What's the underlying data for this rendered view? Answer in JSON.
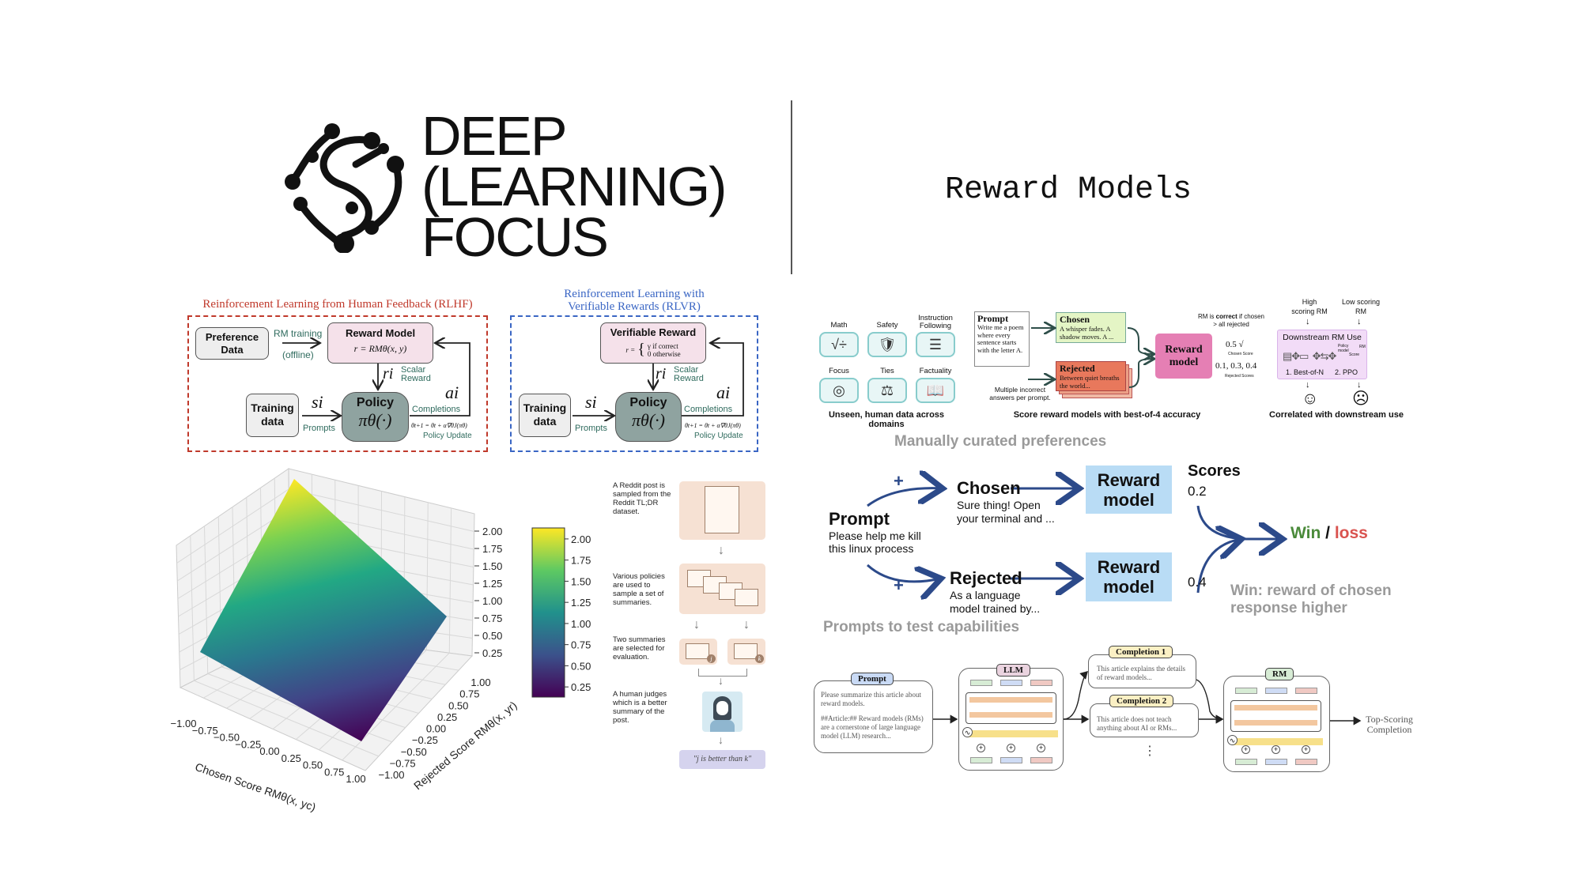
{
  "logo": {
    "lines": [
      "DEEP",
      "(LEARNING)",
      "FOCUS"
    ]
  },
  "header": {
    "title": "Reward Models"
  },
  "rlhf": {
    "title": "Reinforcement Learning from Human Feedback (RLHF)",
    "preference_data": "Preference Data",
    "rm_training": "RM training",
    "offline": "(offline)",
    "reward_model": "Reward Model",
    "reward_formula": "r = RMθ(x, y)",
    "r_i": "ri",
    "scalar_reward": "Scalar Reward",
    "training_data": "Training data",
    "s_i": "si",
    "prompts": "Prompts",
    "policy": "Policy",
    "policy_formula": "πθ(·)",
    "a_i": "ai",
    "completions": "Completions",
    "update_formula": "θt+1 = θt + α∇θJ(πθ)",
    "policy_update": "Policy Update"
  },
  "rlvr": {
    "title_line1": "Reinforcement Learning with",
    "title_line2": "Verifiable Rewards (RLVR)",
    "verifiable_reward": "Verifiable Reward",
    "formula_r": "r =",
    "case1": "γ   if correct",
    "case2": "0   otherwise",
    "r_i": "ri",
    "scalar_reward": "Scalar Reward",
    "training_data": "Training data",
    "s_i": "si",
    "prompts": "Prompts",
    "policy": "Policy",
    "policy_formula": "πθ(·)",
    "a_i": "ai",
    "completions": "Completions",
    "update_formula": "θt+1 = θt + α∇θJ(πθ)",
    "policy_update": "Policy Update"
  },
  "chart_data": {
    "type": "surface",
    "xlabel": "Chosen Score RMθ(x, yc)",
    "ylabel": "Rejected Score RMθ(x, yr)",
    "x_ticks": [
      "−1.00",
      "−0.75",
      "−0.50",
      "−0.25",
      "0.00",
      "0.25",
      "0.50",
      "0.75",
      "1.00"
    ],
    "y_ticks": [
      "−1.00",
      "−0.75",
      "−0.50",
      "−0.25",
      "0.00",
      "0.25",
      "0.50",
      "0.75",
      "1.00"
    ],
    "z_ticks": [
      "0.25",
      "0.50",
      "0.75",
      "1.00",
      "1.25",
      "1.50",
      "1.75",
      "2.00"
    ],
    "colorbar_ticks": [
      "0.25",
      "0.50",
      "0.75",
      "1.00",
      "1.25",
      "1.50",
      "1.75",
      "2.00"
    ],
    "xlim": [
      -1,
      1
    ],
    "ylim": [
      -1,
      1
    ],
    "zlim": [
      0.13,
      2.13
    ],
    "corner_values": [
      {
        "x": -1,
        "y": 1,
        "z": 2.13
      },
      {
        "x": -1,
        "y": -1,
        "z": 0.69
      },
      {
        "x": 1,
        "y": 1,
        "z": 0.69
      },
      {
        "x": 1,
        "y": -1,
        "z": 0.13
      }
    ],
    "colormap": "viridis",
    "grid": true,
    "colorbar": "right"
  },
  "reddit": {
    "step1": "A Reddit post is sampled from the Reddit TL;DR dataset.",
    "step2": "Various policies are used to sample a set of summaries.",
    "step3": "Two summaries are selected for evaluation.",
    "step4": "A human judges which is a better summary of the post.",
    "badge_j": "j",
    "badge_k": "k",
    "quote": "\"j is better than k\""
  },
  "bench": {
    "domains": [
      {
        "label": "Math",
        "icon": "math-icon",
        "glyph": "√÷"
      },
      {
        "label": "Safety",
        "icon": "shield-icon",
        "glyph": "🛡"
      },
      {
        "label": "Instruction Following",
        "icon": "document-hand-icon",
        "glyph": "☰"
      },
      {
        "label": "Focus",
        "icon": "target-icon",
        "glyph": "◎"
      },
      {
        "label": "Ties",
        "icon": "scales-icon",
        "glyph": "⚖"
      },
      {
        "label": "Factuality",
        "icon": "book-check-icon",
        "glyph": "📖"
      }
    ],
    "domains_caption": "Unseen, human data across  domains",
    "prompt_title": "Prompt",
    "prompt_text": "Write me a poem where every sentence starts with the letter A.",
    "chosen_title": "Chosen",
    "chosen_text": "A whisper fades. A shadow moves. A ...",
    "rejected_title": "Rejected",
    "rejected_text": "Between quiet breaths the world...",
    "multiple_incorrect": "Multiple incorrect answers per prompt.",
    "reward_model": "Reward model",
    "rm_correct_pre": "RM is ",
    "rm_correct_bold": "correct",
    "rm_correct_post": " if chosen > all rejected",
    "chosen_score": "0.5 √",
    "chosen_score_label": "Chosen Score",
    "rejected_scores": "0.1, 0.3, 0.4",
    "rejected_scores_label": "Rejected Scores",
    "score_caption": "Score reward models with best-of-4 accuracy",
    "high_rm": "High scoring RM",
    "low_rm": "Low scoring RM",
    "downstream_title": "Downstream RM Use",
    "policy_model": "Policy model",
    "score": "Score",
    "rm": "RM",
    "best_of_n": "1. Best-of-N",
    "ppo": "2. PPO",
    "correlated_caption": "Correlated with downstream use"
  },
  "pref": {
    "manually_curated": "Manually curated preferences",
    "prompt_title": "Prompt",
    "prompt_text_1": "Please help me kill",
    "prompt_text_2": "this linux process",
    "plus": "+",
    "chosen_title": "Chosen",
    "chosen_text_1": "Sure thing! Open",
    "chosen_text_2": "your terminal and ...",
    "rejected_title": "Rejected",
    "rejected_text_1": "As a language",
    "rejected_text_2": "model trained by...",
    "reward_model": "Reward model",
    "scores": "Scores",
    "score_chosen": "0.2",
    "score_rejected": "0.4",
    "win": "Win",
    "slash": " / ",
    "loss": "loss",
    "win_note_1": "Win: reward of chosen",
    "win_note_2": "response higher",
    "prompts_test": "Prompts to test capabilities",
    "colors": {
      "arrow": "#2c4a8a",
      "win": "#4a8a3a",
      "loss": "#d9534f",
      "rm_box": "#b9dcf5"
    }
  },
  "pipeline": {
    "prompt_label": "Prompt",
    "prompt_text_1": "Please summarize this article about reward models.",
    "prompt_text_2": "##Article:## Reward models (RMs) are a cornerstone of large language model (LLM) research...",
    "llm_label": "LLM",
    "completion1_label": "Completion 1",
    "completion1_text": "This article explains the details of reward models...",
    "completion2_label": "Completion 2",
    "completion2_text": "This article does not teach anything about AI or RMs...",
    "ellipsis": "⋮",
    "rm_label": "RM",
    "output": "Top-Scoring Completion"
  }
}
